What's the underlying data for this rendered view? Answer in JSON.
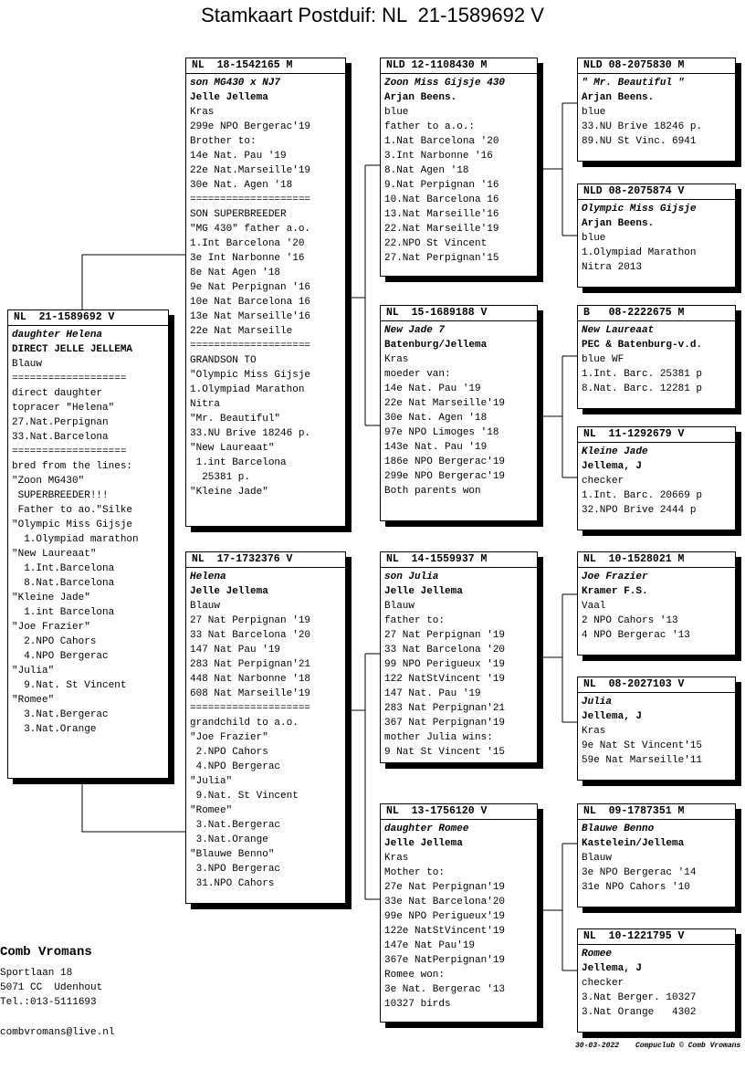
{
  "title": "Stamkaart Postduif: NL  21-1589692 V",
  "cards": {
    "subject": {
      "header": "NL  21-1589692 V",
      "lines": [
        {
          "t": "daughter Helena",
          "s": "i"
        },
        {
          "t": "DIRECT JELLE JELLEMA",
          "s": "b"
        },
        {
          "t": "Blauw"
        },
        {
          "t": "==================="
        },
        {
          "t": "direct daughter"
        },
        {
          "t": "topracer \"Helena\""
        },
        {
          "t": "27.Nat.Perpignan"
        },
        {
          "t": "33.Nat.Barcelona"
        },
        {
          "t": "==================="
        },
        {
          "t": "bred from the lines:"
        },
        {
          "t": "\"Zoon MG430\""
        },
        {
          "t": " SUPERBREEDER!!!"
        },
        {
          "t": " Father to ao.\"Silke"
        },
        {
          "t": "\"Olympic Miss Gijsje"
        },
        {
          "t": "  1.Olympiad marathon"
        },
        {
          "t": "\"New Laureaat\""
        },
        {
          "t": "  1.Int.Barcelona"
        },
        {
          "t": "  8.Nat.Barcelona"
        },
        {
          "t": "\"Kleine Jade\""
        },
        {
          "t": "  1.int Barcelona"
        },
        {
          "t": "\"Joe Frazier\""
        },
        {
          "t": "  2.NPO Cahors"
        },
        {
          "t": "  4.NPO Bergerac"
        },
        {
          "t": "\"Julia\""
        },
        {
          "t": "  9.Nat. St Vincent"
        },
        {
          "t": "\"Romee\""
        },
        {
          "t": "  3.Nat.Bergerac"
        },
        {
          "t": "  3.Nat.Orange"
        }
      ]
    },
    "father": {
      "header": "NL  18-1542165 M",
      "lines": [
        {
          "t": "son MG430 x NJ7",
          "s": "i"
        },
        {
          "t": "Jelle Jellema",
          "s": "b"
        },
        {
          "t": "Kras"
        },
        {
          "t": "299e NPO Bergerac'19"
        },
        {
          "t": "Brother to:"
        },
        {
          "t": "14e Nat. Pau '19"
        },
        {
          "t": "22e Nat.Marseille'19"
        },
        {
          "t": "30e Nat. Agen '18"
        },
        {
          "t": "===================="
        },
        {
          "t": "SON SUPERBREEDER"
        },
        {
          "t": "\"MG 430\" father a.o."
        },
        {
          "t": "1.Int Barcelona '20"
        },
        {
          "t": "3e Int Narbonne '16"
        },
        {
          "t": "8e Nat Agen '18"
        },
        {
          "t": "9e Nat Perpignan '16"
        },
        {
          "t": "10e Nat Barcelona 16"
        },
        {
          "t": "13e Nat Marseille'16"
        },
        {
          "t": "22e Nat Marseille"
        },
        {
          "t": "===================="
        },
        {
          "t": "GRANDSON TO"
        },
        {
          "t": "\"Olympic Miss Gijsje"
        },
        {
          "t": "1.Olympiad Marathon"
        },
        {
          "t": "Nitra"
        },
        {
          "t": "\"Mr. Beautiful\""
        },
        {
          "t": "33.NU Brive 18246 p."
        },
        {
          "t": "\"New Laureaat\""
        },
        {
          "t": " 1.int Barcelona"
        },
        {
          "t": "  25381 p."
        },
        {
          "t": "\"Kleine Jade\""
        }
      ]
    },
    "mother": {
      "header": "NL  17-1732376 V",
      "lines": [
        {
          "t": "Helena",
          "s": "i"
        },
        {
          "t": "Jelle Jellema",
          "s": "b"
        },
        {
          "t": "Blauw"
        },
        {
          "t": "27 Nat Perpignan '19"
        },
        {
          "t": "33 Nat Barcelona '20"
        },
        {
          "t": "147 Nat Pau '19"
        },
        {
          "t": "283 Nat Perpignan'21"
        },
        {
          "t": "448 Nat Narbonne '18"
        },
        {
          "t": "608 Nat Marseille'19"
        },
        {
          "t": "===================="
        },
        {
          "t": "grandchild to a.o."
        },
        {
          "t": "\"Joe Frazier\""
        },
        {
          "t": " 2.NPO Cahors"
        },
        {
          "t": " 4.NPO Bergerac"
        },
        {
          "t": "\"Julia\""
        },
        {
          "t": " 9.Nat. St Vincent"
        },
        {
          "t": "\"Romee\""
        },
        {
          "t": " 3.Nat.Bergerac"
        },
        {
          "t": " 3.Nat.Orange"
        },
        {
          "t": "\"Blauwe Benno\""
        },
        {
          "t": " 3.NPO Bergerac"
        },
        {
          "t": " 31.NPO Cahors"
        }
      ]
    },
    "ff": {
      "header": "NLD 12-1108430 M",
      "lines": [
        {
          "t": "Zoon Miss Gijsje 430",
          "s": "i"
        },
        {
          "t": "Arjan Beens.",
          "s": "b"
        },
        {
          "t": "blue"
        },
        {
          "t": "father to a.o.:"
        },
        {
          "t": "1.Nat Barcelona '20"
        },
        {
          "t": "3.Int Narbonne '16"
        },
        {
          "t": "8.Nat Agen '18"
        },
        {
          "t": "9.Nat Perpignan '16"
        },
        {
          "t": "10.Nat Barcelona 16"
        },
        {
          "t": "13.Nat Marseille'16"
        },
        {
          "t": "22.Nat Marseille'19"
        },
        {
          "t": "22.NPO St Vincent"
        },
        {
          "t": "27.Nat Perpignan'15"
        }
      ]
    },
    "fm": {
      "header": "NL  15-1689188 V",
      "lines": [
        {
          "t": "New Jade 7",
          "s": "i"
        },
        {
          "t": "Batenburg/Jellema",
          "s": "b"
        },
        {
          "t": "Kras"
        },
        {
          "t": "moeder van:"
        },
        {
          "t": "14e Nat. Pau '19"
        },
        {
          "t": "22e Nat Marseille'19"
        },
        {
          "t": "30e Nat. Agen '18"
        },
        {
          "t": "97e NPO Limoges '18"
        },
        {
          "t": "143e Nat. Pau '19"
        },
        {
          "t": "186e NPO Bergerac'19"
        },
        {
          "t": "299e NPO Bergerac'19"
        },
        {
          "t": ""
        },
        {
          "t": "Both parents won"
        }
      ]
    },
    "mf": {
      "header": "NL  14-1559937 M",
      "lines": [
        {
          "t": "son Julia",
          "s": "i"
        },
        {
          "t": "Jelle Jellema",
          "s": "b"
        },
        {
          "t": "Blauw"
        },
        {
          "t": "father to:"
        },
        {
          "t": "27 Nat Perpignan '19"
        },
        {
          "t": "33 Nat Barcelona '20"
        },
        {
          "t": "99 NPO Perigueux '19"
        },
        {
          "t": "122 NatStVincent '19"
        },
        {
          "t": "147 Nat. Pau '19"
        },
        {
          "t": "283 Nat Perpignan'21"
        },
        {
          "t": "367 Nat Perpignan'19"
        },
        {
          "t": "mother Julia wins:"
        },
        {
          "t": "9 Nat St Vincent '15"
        }
      ]
    },
    "mm": {
      "header": "NL  13-1756120 V",
      "lines": [
        {
          "t": "daughter Romee",
          "s": "i"
        },
        {
          "t": "Jelle Jellema",
          "s": "b"
        },
        {
          "t": "Kras"
        },
        {
          "t": "Mother to:"
        },
        {
          "t": "27e Nat Perpignan'19"
        },
        {
          "t": "33e Nat Barcelona'20"
        },
        {
          "t": "99e NPO Perigueux'19"
        },
        {
          "t": "122e NatStVincent'19"
        },
        {
          "t": "147e Nat Pau'19"
        },
        {
          "t": "367e NatPerpignan'19"
        },
        {
          "t": "Romee won:"
        },
        {
          "t": "3e Nat. Bergerac '13"
        },
        {
          "t": "10327 birds"
        }
      ]
    },
    "fff": {
      "header": "NLD 08-2075830 M",
      "lines": [
        {
          "t": "\" Mr. Beautiful \"",
          "s": "i"
        },
        {
          "t": "Arjan Beens.",
          "s": "b"
        },
        {
          "t": "blue"
        },
        {
          "t": "33.NU Brive 18246 p."
        },
        {
          "t": "89.NU St Vinc. 6941"
        }
      ]
    },
    "ffm": {
      "header": "NLD 08-2075874 V",
      "lines": [
        {
          "t": "Olympic Miss Gijsje",
          "s": "i"
        },
        {
          "t": "Arjan Beens.",
          "s": "b"
        },
        {
          "t": "blue"
        },
        {
          "t": "1.Olympiad Marathon"
        },
        {
          "t": "Nitra 2013"
        }
      ]
    },
    "fmf": {
      "header": "B   08-2222675 M",
      "lines": [
        {
          "t": "New Laureaat",
          "s": "i"
        },
        {
          "t": "PEC & Batenburg-v.d.",
          "s": "b"
        },
        {
          "t": "blue WF"
        },
        {
          "t": "1.Int. Barc. 25381 p"
        },
        {
          "t": "8.Nat. Barc. 12281 p"
        }
      ]
    },
    "fmm": {
      "header": "NL  11-1292679 V",
      "lines": [
        {
          "t": "Kleine Jade",
          "s": "i"
        },
        {
          "t": "Jellema, J",
          "s": "b"
        },
        {
          "t": "checker"
        },
        {
          "t": "1.Int. Barc. 20669 p"
        },
        {
          "t": "32.NPO Brive 2444 p"
        }
      ]
    },
    "mff": {
      "header": "NL  10-1528021 M",
      "lines": [
        {
          "t": "Joe Frazier",
          "s": "i"
        },
        {
          "t": "Kramer F.S.",
          "s": "b"
        },
        {
          "t": "Vaal"
        },
        {
          "t": "2 NPO Cahors '13"
        },
        {
          "t": "4 NPO Bergerac '13"
        }
      ]
    },
    "mfm": {
      "header": "NL  08-2027103 V",
      "lines": [
        {
          "t": "Julia",
          "s": "i"
        },
        {
          "t": "Jellema, J",
          "s": "b"
        },
        {
          "t": "Kras"
        },
        {
          "t": "9e Nat St Vincent'15"
        },
        {
          "t": "59e Nat Marseille'11"
        }
      ]
    },
    "mmf": {
      "header": "NL  09-1787351 M",
      "lines": [
        {
          "t": "Blauwe Benno",
          "s": "i"
        },
        {
          "t": "Kastelein/Jellema",
          "s": "b"
        },
        {
          "t": "Blauw"
        },
        {
          "t": "3e NPO Bergerac '14"
        },
        {
          "t": "31e NPO Cahors '10"
        }
      ]
    },
    "mmm": {
      "header": "NL  10-1221795 V",
      "lines": [
        {
          "t": "Romee",
          "s": "i"
        },
        {
          "t": "Jellema, J",
          "s": "b"
        },
        {
          "t": "checker"
        },
        {
          "t": "3.Nat Berger. 10327"
        },
        {
          "t": "3.Nat Orange   4302"
        }
      ]
    }
  },
  "footer": {
    "name": "Comb Vromans",
    "address": "Sportlaan 18",
    "city": "5071 CC  Udenhout",
    "phone": "Tel.:013-5111693",
    "email": "combvromans@live.nl",
    "date": "30-03-2022",
    "credit": "Compuclub © Comb Vromans"
  }
}
